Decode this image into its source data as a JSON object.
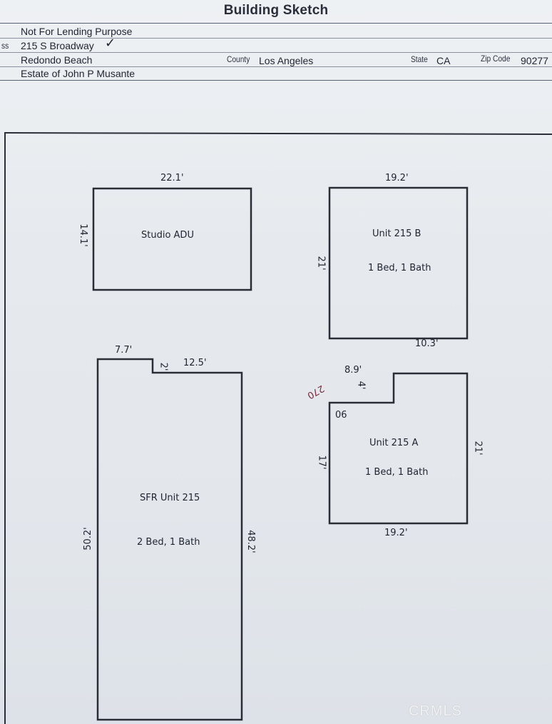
{
  "header": {
    "title": "Building Sketch",
    "purpose": "Not For Lending Purpose",
    "address_label_fragment": "ss",
    "address": "215 S Broadway",
    "address_check": "✓",
    "city": "Redondo Beach",
    "county_label": "County",
    "county": "Los Angeles",
    "state_label": "State",
    "state": "CA",
    "zip_label": "Zip Code",
    "zip": "90277",
    "owner": "Estate of John P Musante"
  },
  "sketch": {
    "studio": {
      "name": "Studio ADU",
      "top_dim": "22.1'",
      "side_dim": "14.1'"
    },
    "unit_b": {
      "name": "Unit 215 B",
      "beds": "1 Bed, 1 Bath",
      "top_dim": "19.2'",
      "side_dim": "21'",
      "bottom_dim": "10.3'"
    },
    "sfr": {
      "name": "SFR Unit 215",
      "beds": "2 Bed, 1 Bath",
      "top_left_dim": "7.7'",
      "notch_dim": "2'",
      "top_right_dim": "12.5'",
      "left_dim": "50.2'",
      "right_dim": "48.2'"
    },
    "unit_a": {
      "name": "Unit 215 A",
      "beds": "1 Bed, 1 Bath",
      "top_dim": "8.9'",
      "notch_dim": "4'",
      "angle_outer": "270",
      "angle_inner": "90",
      "left_dim": "17'",
      "right_dim": "21'",
      "bottom_dim": "19.2'"
    }
  },
  "watermark": "CRMLS"
}
